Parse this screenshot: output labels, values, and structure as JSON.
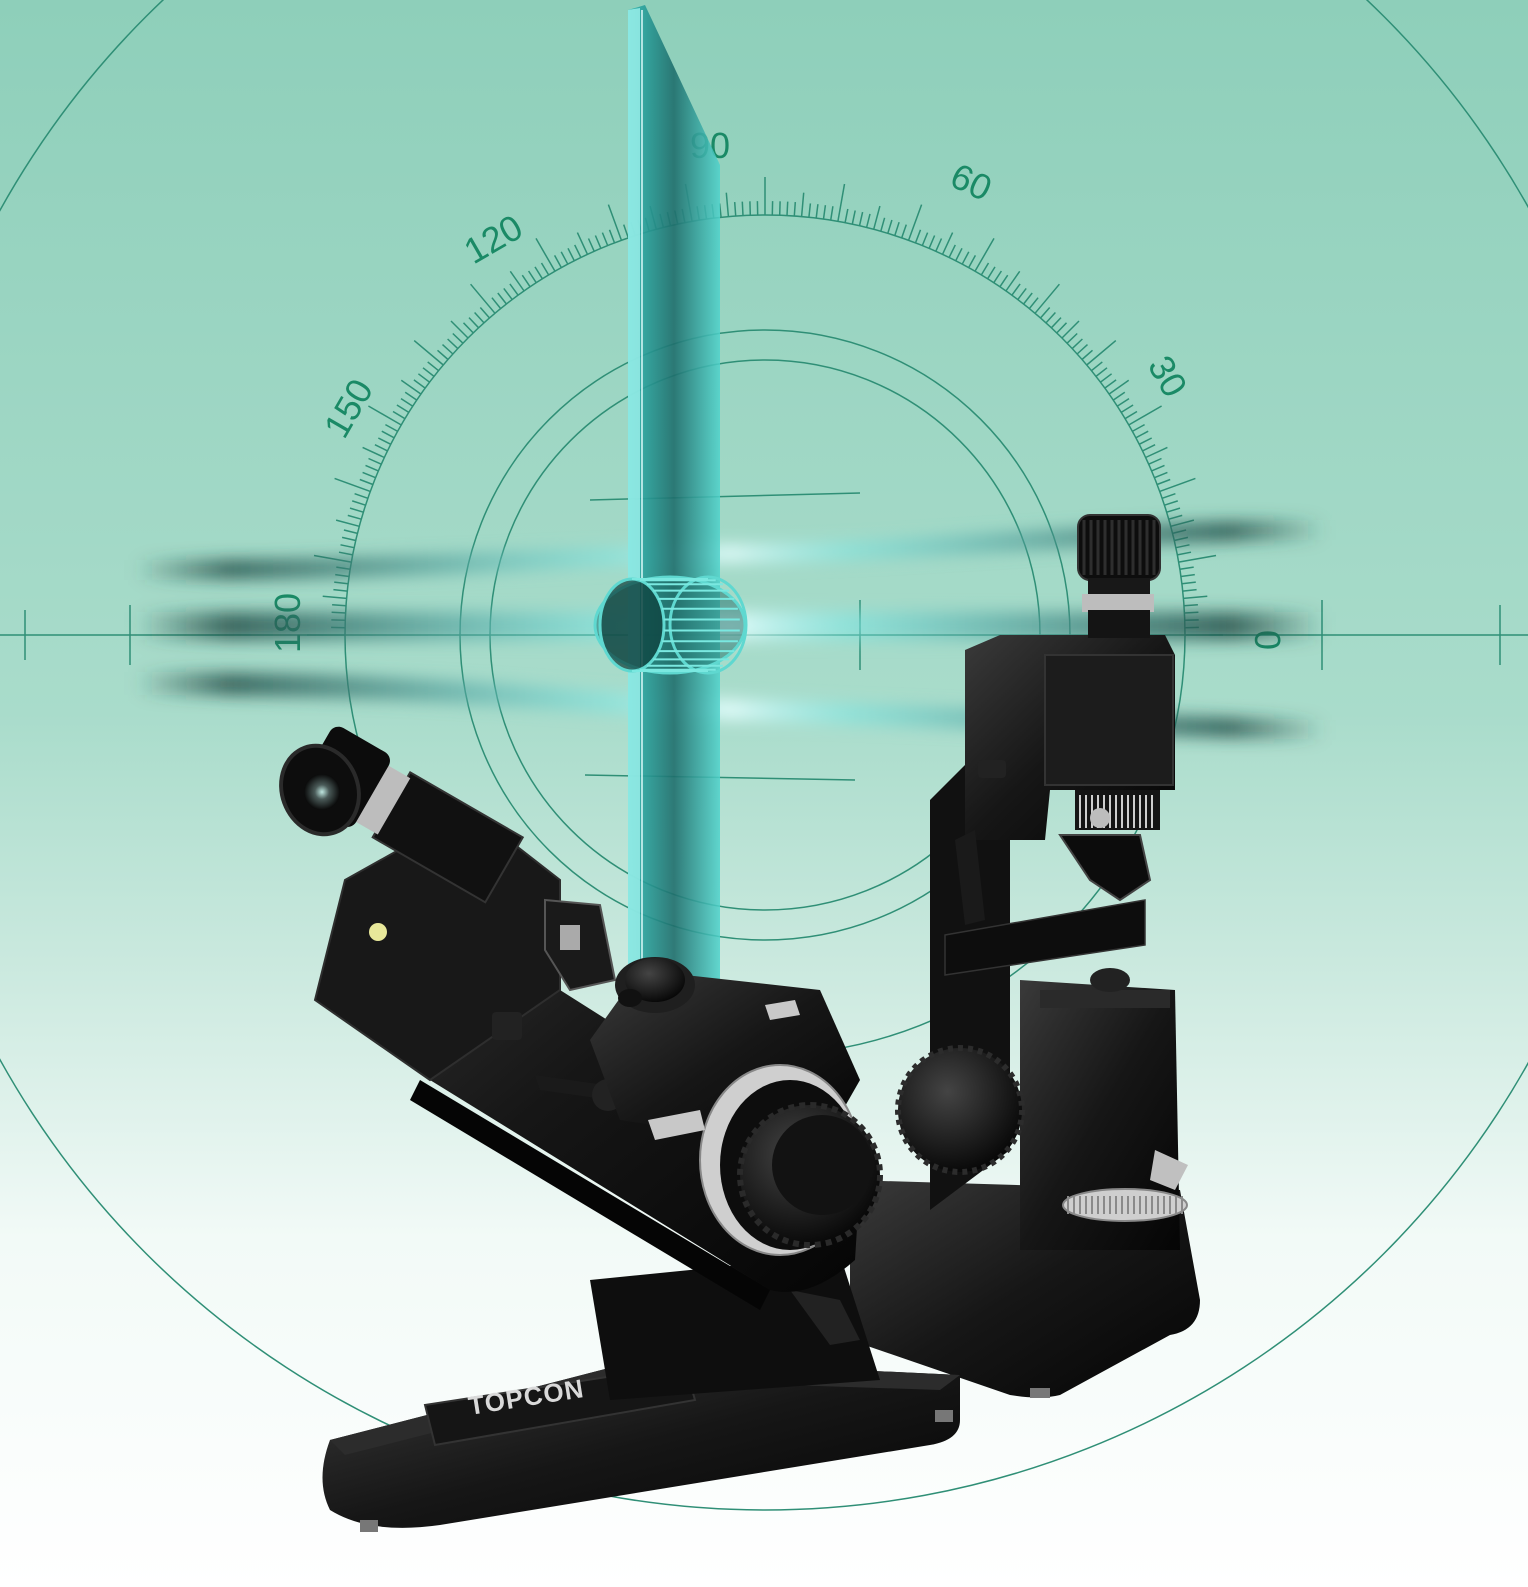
{
  "colors": {
    "background_top": "#8fd0bb",
    "background_mid": "#c5e8dc",
    "background_bottom": "#ffffff",
    "reticle": "#2f8f76",
    "degree_label": "#1a8a66",
    "glass_plate": "#3fc9c2",
    "instrument_body": "#141414",
    "instrument_highlight": "#3a3a3a",
    "chrome": "#c8c8c8",
    "brand_text": "#d9d9d9"
  },
  "protractor": {
    "labels": {
      "d0": "0",
      "d30": "30",
      "d60": "60",
      "d90": "90",
      "d120": "120",
      "d150": "150",
      "d180": "180"
    }
  },
  "product": {
    "brand": "TOPCON",
    "icons": [
      "lensmeter-instrument",
      "reticle-target"
    ]
  }
}
